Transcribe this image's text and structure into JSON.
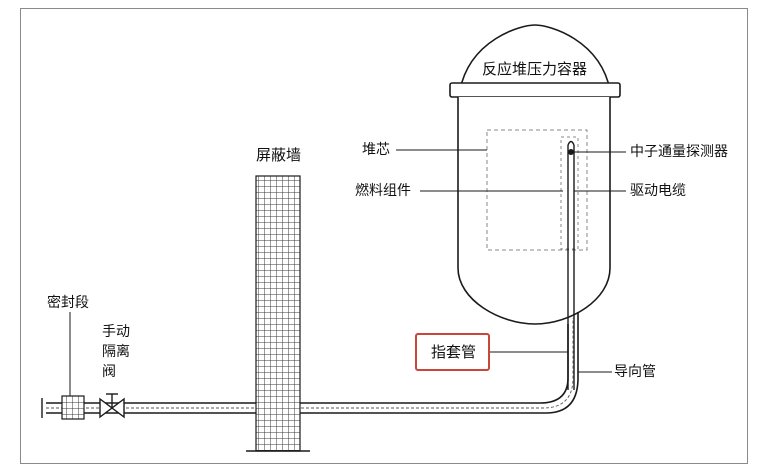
{
  "labels": {
    "vessel": "反应堆压力容器",
    "shield_wall": "屏蔽墙",
    "core": "堆芯",
    "fuel_assembly": "燃料组件",
    "neutron_detector": "中子通量探测器",
    "drive_cable": "驱动电缆",
    "thimble": "指套管",
    "guide_tube": "导向管",
    "seal_section": "密封段",
    "isolation_valve": "手动\n隔离\n阀"
  },
  "colors": {
    "line": "#1a1a1a",
    "highlight": "#c8463a",
    "dashed_box": "#8a8a8a"
  }
}
